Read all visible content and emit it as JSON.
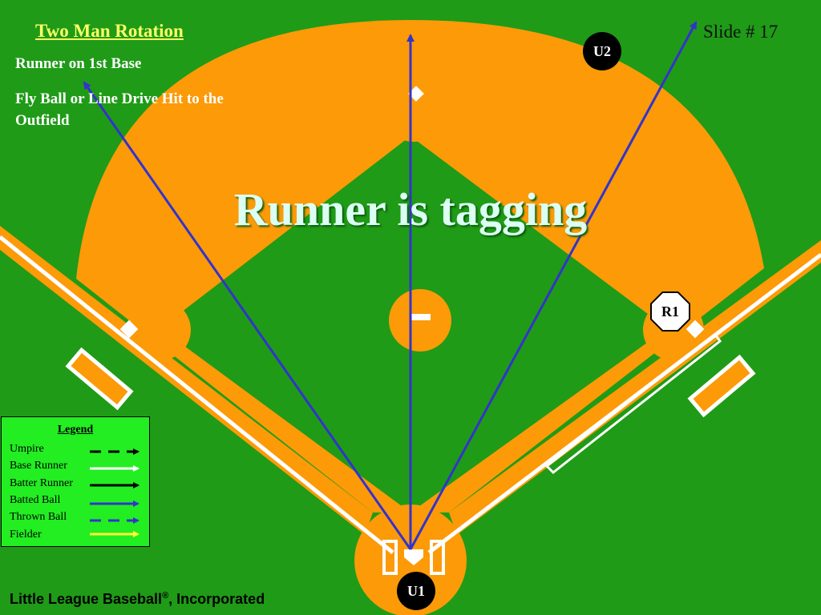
{
  "header": {
    "title": "Two Man Rotation",
    "slide": "Slide # 17"
  },
  "situation": {
    "line1": "Runner on 1st Base",
    "line2": "Fly Ball  or Line Drive Hit to the Outfield"
  },
  "headline": "Runner is tagging",
  "umpires": {
    "u1": "U1",
    "u2": "U2"
  },
  "runner": "R1",
  "legend": {
    "title": "Legend",
    "items": [
      {
        "label": "Umpire",
        "style": "dashed",
        "color": "#000000"
      },
      {
        "label": "Base Runner",
        "style": "solid",
        "color": "#ffffff"
      },
      {
        "label": "Batter Runner",
        "style": "solid",
        "color": "#000000"
      },
      {
        "label": "Batted Ball",
        "style": "solid",
        "color": "#3333cc"
      },
      {
        "label": "Thrown Ball",
        "style": "dashed",
        "color": "#3333cc"
      },
      {
        "label": "Fielder",
        "style": "solid",
        "color": "#ffff33"
      }
    ]
  },
  "footer": {
    "org": "Little League Baseball",
    "reg": "®",
    "suffix": ",  Incorporated"
  },
  "colors": {
    "grass": "#1f9b17",
    "dirt": "#fc9a08",
    "chalk": "#ffffff",
    "batted_ball": "#3333cc",
    "title": "#ffff66",
    "headline": "#dcfff4",
    "legend_bg": "#22ee22"
  }
}
